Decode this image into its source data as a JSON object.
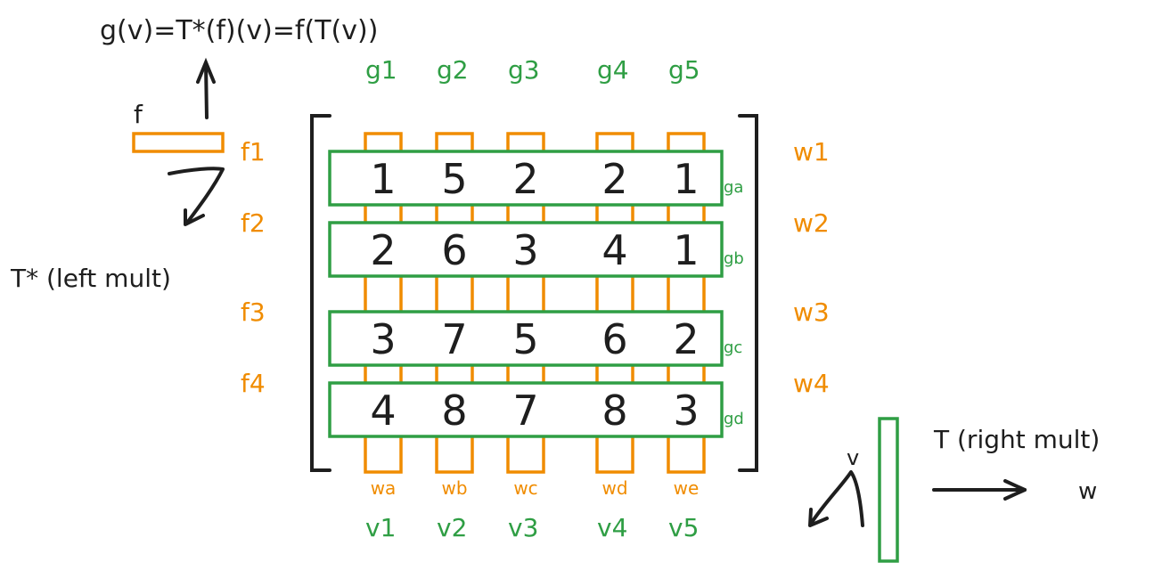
{
  "colors": {
    "ink": "#1e1e1e",
    "orange": "#f08c00",
    "green": "#2f9e44",
    "background": "#ffffff"
  },
  "formula": "g(v)=T*(f)(v)=f(T(v))",
  "left_panel": {
    "f_label": "f",
    "t_star_label": "T* (left mult)"
  },
  "right_panel": {
    "v_label": "v",
    "t_label": "T (right mult)",
    "w_label": "w"
  },
  "matrix": {
    "rows": [
      [
        1,
        5,
        2,
        2,
        1
      ],
      [
        2,
        6,
        3,
        4,
        1
      ],
      [
        3,
        7,
        5,
        6,
        2
      ],
      [
        4,
        8,
        7,
        8,
        3
      ]
    ],
    "top_column_labels": [
      "g1",
      "g2",
      "g3",
      "g4",
      "g5"
    ],
    "bottom_column_labels": [
      "v1",
      "v2",
      "v3",
      "v4",
      "v5"
    ],
    "column_bar_labels": [
      "wa",
      "wb",
      "wc",
      "wd",
      "we"
    ],
    "left_row_labels": [
      "f1",
      "f2",
      "f3",
      "f4"
    ],
    "row_box_labels": [
      "ga",
      "gb",
      "gc",
      "gd"
    ],
    "right_row_labels": [
      "w1",
      "w2",
      "w3",
      "w4"
    ]
  }
}
